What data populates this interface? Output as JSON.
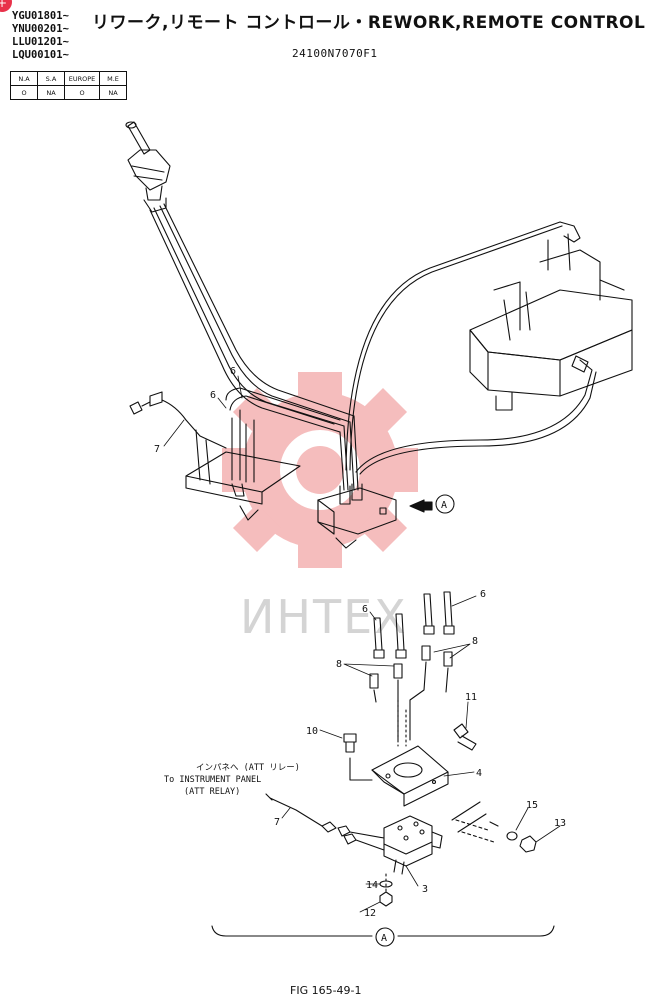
{
  "header": {
    "serials": [
      "YGU01801~",
      "YNU00201~",
      "LLU01201~",
      "LQU00101~"
    ],
    "title": "リワーク,リモート コントロール・REWORK,REMOTE CONTROL",
    "part_number": "24100N7070F1",
    "badge": "+"
  },
  "region_table": {
    "headers": [
      "N.A",
      "S.A",
      "EUROPE",
      "M.E"
    ],
    "values": [
      "O",
      "NA",
      "O",
      "NA"
    ]
  },
  "watermark": {
    "text": "ИНТЕХ"
  },
  "callouts": {
    "c6a": "6",
    "c6b": "6",
    "c7a": "7",
    "c6c": "6",
    "c6d": "6",
    "c8a": "8",
    "c8b": "8",
    "c11": "11",
    "c10": "10",
    "c4": "4",
    "c7b": "7",
    "c15": "15",
    "c13": "13",
    "c14": "14",
    "c3": "3",
    "c12": "12",
    "view_a_top": "A",
    "view_a_bottom": "A"
  },
  "annotation": {
    "jp": "インパネへ (ATT リレー)",
    "line1": "To INSTRUMENT PANEL",
    "line2": "(ATT RELAY)"
  },
  "footer": {
    "figure": "FIG 165-49-1"
  },
  "colors": {
    "ink": "#111111",
    "watermark": "#f2a7a7",
    "badge": "#e8324a"
  }
}
